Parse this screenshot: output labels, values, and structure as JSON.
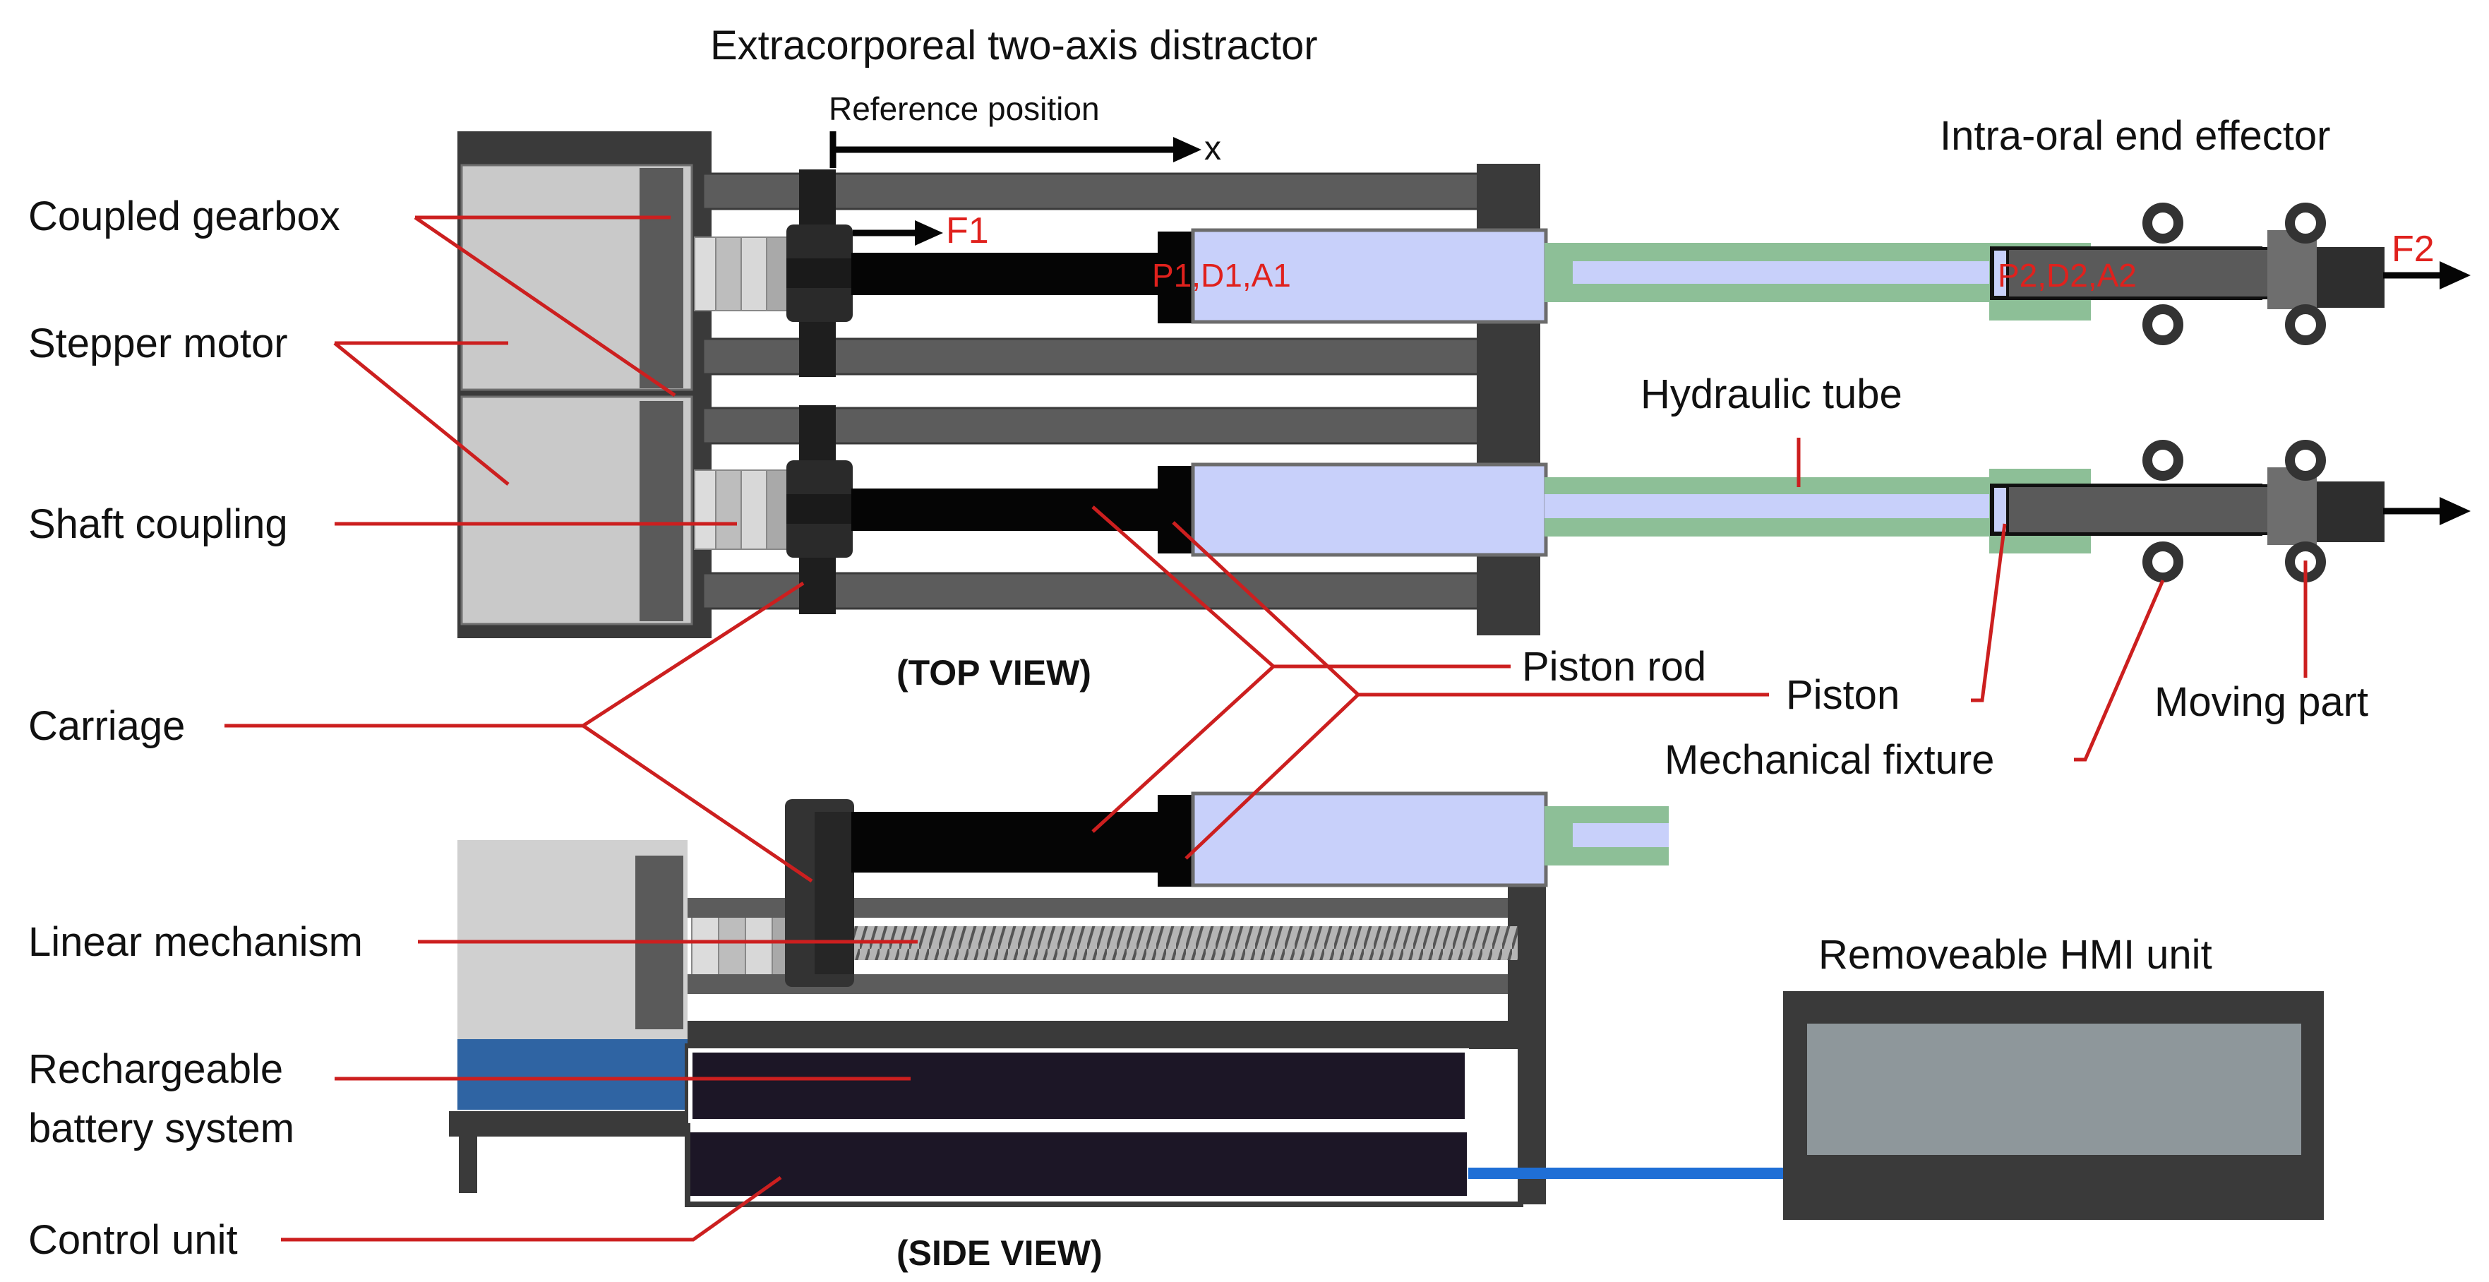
{
  "title": "Extracorporeal two-axis distractor",
  "labels": {
    "reference_position": "Reference position",
    "x_axis": "x",
    "f1": "F1",
    "f2": "F2",
    "p1": "P1,D1,A1",
    "p2": "P2,D2,A2",
    "intra_oral": "Intra-oral end effector",
    "coupled_gearbox": "Coupled gearbox",
    "stepper_motor": "Stepper motor",
    "shaft_coupling": "Shaft coupling",
    "hydraulic_tube": "Hydraulic tube",
    "top_view": "(TOP VIEW)",
    "piston_rod": "Piston rod",
    "piston": "Piston",
    "moving_part": "Moving part",
    "carriage": "Carriage",
    "mechanical_fixture": "Mechanical fixture",
    "linear_mechanism": "Linear mechanism",
    "removable_hmi": "Removeable HMI unit",
    "rechargeable_1": "Rechargeable",
    "rechargeable_2": "battery system",
    "control_unit": "Control unit",
    "side_view": "(SIDE VIEW)"
  },
  "colors": {
    "leader": "#cc1f1f",
    "label_red": "#e0211d",
    "text": "#111111",
    "frame_dark": "#3a3a3a",
    "rail": "#5c5c5c",
    "motor_light": "#c9c9c9",
    "cylinder": "#c8d0fa",
    "tube_green": "#8dbf97",
    "rod_black": "#050505",
    "battery": "#1c1626",
    "battery_blue": "#2f64a3",
    "cable_blue": "#1f6fd6",
    "hmi_screen": "#8e979b"
  }
}
